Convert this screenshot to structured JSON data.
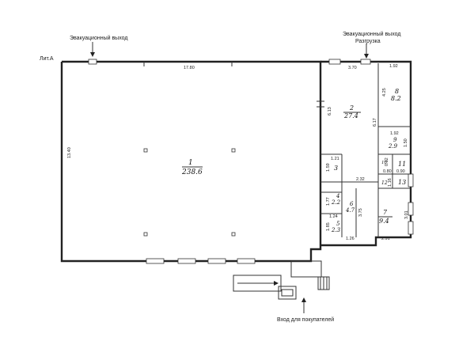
{
  "labels": {
    "lit": "Лит.А",
    "exit_left": "Эвакуационный выход",
    "exit_right": "Эвакуационный выход",
    "unloading": "Разгрузка",
    "entrance": "Вход для покупателей"
  },
  "dims": {
    "top_main": "17.80",
    "left_main": "13.40",
    "top_mid": "3.70",
    "top_right": "1.92",
    "d613": "6.13",
    "d425": "4.25",
    "d617": "6.17",
    "d192b": "1.92",
    "d150": "1.50",
    "d121": "1.21",
    "d159": "1.59",
    "d232": "2.32",
    "d080": "0.80",
    "d090": "0.90",
    "d116": "1.16",
    "d177": "1.77",
    "d124": "1.24",
    "d375": "3.75",
    "d301": "3.01",
    "d185": "1.85",
    "d126": "1.26",
    "d291": "2.91",
    "d032": "0.32"
  },
  "rooms": {
    "r1": {
      "num": "1",
      "area": "238.6"
    },
    "r2": {
      "num": "2",
      "area": "27.4"
    },
    "r3": {
      "num": "3"
    },
    "r4": {
      "num": "4",
      "area": "2.2"
    },
    "r5": {
      "num": "5",
      "area": "2.3"
    },
    "r6": {
      "num": "6",
      "area": "4.7"
    },
    "r7": {
      "num": "7",
      "area": "9.4"
    },
    "r8": {
      "num": "8",
      "area": "8.2"
    },
    "r9": {
      "num": "9",
      "area": "2.9"
    },
    "r10": {
      "num": "10"
    },
    "r11": {
      "num": "11"
    },
    "r12": {
      "num": "12"
    },
    "r13": {
      "num": "13"
    }
  }
}
